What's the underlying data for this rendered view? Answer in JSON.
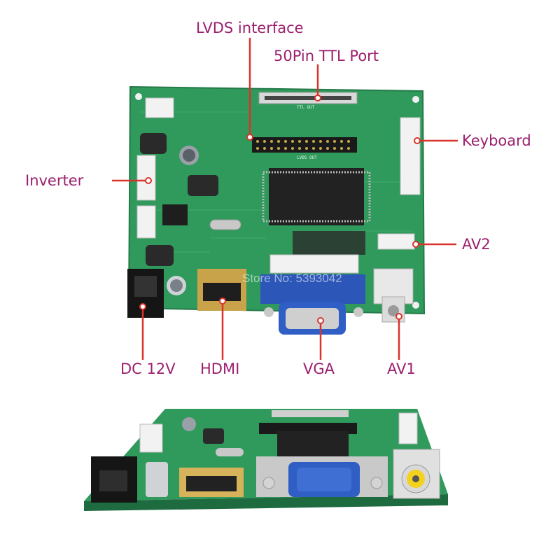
{
  "labels": {
    "lvds": "LVDS interface",
    "ttl": "50Pin TTL Port",
    "keyboard": "Keyboard",
    "inverter": "Inverter",
    "av2": "AV2",
    "dc": "DC 12V",
    "hdmi": "HDMI",
    "vga": "VGA",
    "av1": "AV1"
  },
  "watermark": "Store No: 5393042",
  "board_silkscreen": {
    "ttl_out": "TTL OUT",
    "lvds_out": "LVDS OUT"
  },
  "colors": {
    "label_text": "#9b1f6e",
    "pointer_line": "#d9342b",
    "pcb_green": "#2f9a5c",
    "background": "#ffffff"
  }
}
